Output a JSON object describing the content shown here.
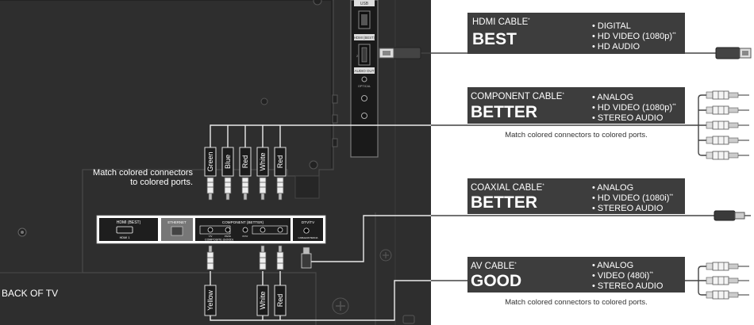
{
  "tv": {
    "back_label": "BACK OF TV",
    "match_note_line1": "Match colored connectors",
    "match_note_line2": "to colored ports.",
    "side_panel": {
      "usb": "USB",
      "hdmi": "HDMI (BEST)",
      "audio_out": "AUDIO OUT",
      "optical": "OPTICAL"
    },
    "port_panel": {
      "hdmi_label": "HDMI (BEST)",
      "hdmi_sub": "HDMI 1",
      "ethernet": "ETHERNET",
      "component_title": "COMPONENT (BETTER)",
      "composite_label": "COMPOSITE (GOOD)",
      "comp_sub_1": "Y/V",
      "comp_sub_2": "Pb/Cb",
      "comp_sub_3": "Pr/Cr",
      "dtv_title": "DTV/TV",
      "dtv_sub": "CABLE/ANTENNA"
    },
    "top_connectors": [
      "Green",
      "Blue",
      "Red",
      "White",
      "Red"
    ],
    "bottom_connectors": [
      "Yellow",
      "White",
      "Red"
    ]
  },
  "cables": [
    {
      "type_label": "HDMI CABLE",
      "mark": "*",
      "rating": "BEST",
      "features": [
        "• DIGITAL",
        "• HD VIDEO (1080p)",
        "• HD AUDIO"
      ],
      "feature_marks": [
        "",
        "**",
        ""
      ],
      "note": ""
    },
    {
      "type_label": "COMPONENT CABLE",
      "mark": "*",
      "rating": "BETTER",
      "features": [
        "• ANALOG",
        "• HD VIDEO (1080p)",
        "• STEREO AUDIO"
      ],
      "feature_marks": [
        "",
        "**",
        ""
      ],
      "note": "Match colored connectors to colored ports."
    },
    {
      "type_label": "COAXIAL CABLE",
      "mark": "*",
      "rating": "BETTER",
      "features": [
        "• ANALOG",
        "• HD VIDEO (1080i)",
        "• STEREO AUDIO"
      ],
      "feature_marks": [
        "",
        "**",
        ""
      ],
      "note": ""
    },
    {
      "type_label": "AV CABLE",
      "mark": "*",
      "rating": "GOOD",
      "features": [
        "• ANALOG",
        "• VIDEO (480i)",
        "• STEREO AUDIO"
      ],
      "feature_marks": [
        "",
        "**",
        ""
      ],
      "note": "Match colored connectors to colored ports."
    }
  ],
  "colors": {
    "tv_body": "#2e2e2e",
    "tv_frame": "#3a3a3a",
    "label_box": "#3d3d3d",
    "cable": "#444444",
    "cable_on_tv": "#eaeaea"
  }
}
